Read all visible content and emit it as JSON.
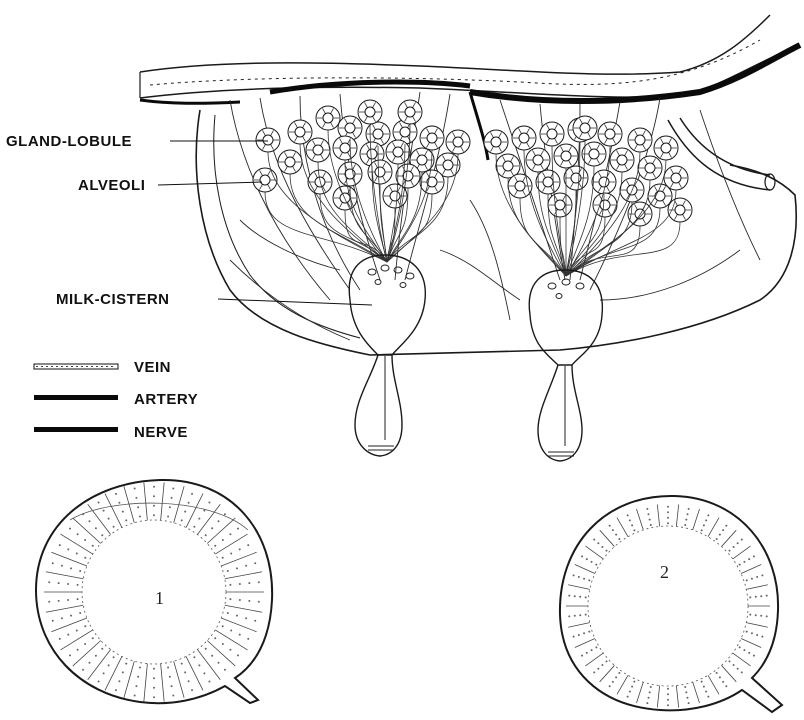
{
  "labels": {
    "gland_lobule": "GLAND-LOBULE",
    "alveoli": "ALVEOLI",
    "milk_cistern": "MILK-CISTERN"
  },
  "legend": [
    {
      "key": "vein",
      "text": "VEIN"
    },
    {
      "key": "artery",
      "text": "ARTERY"
    },
    {
      "key": "nerve",
      "text": "NERVE"
    }
  ],
  "section_numbers": {
    "left": "1",
    "right": "2"
  }
}
